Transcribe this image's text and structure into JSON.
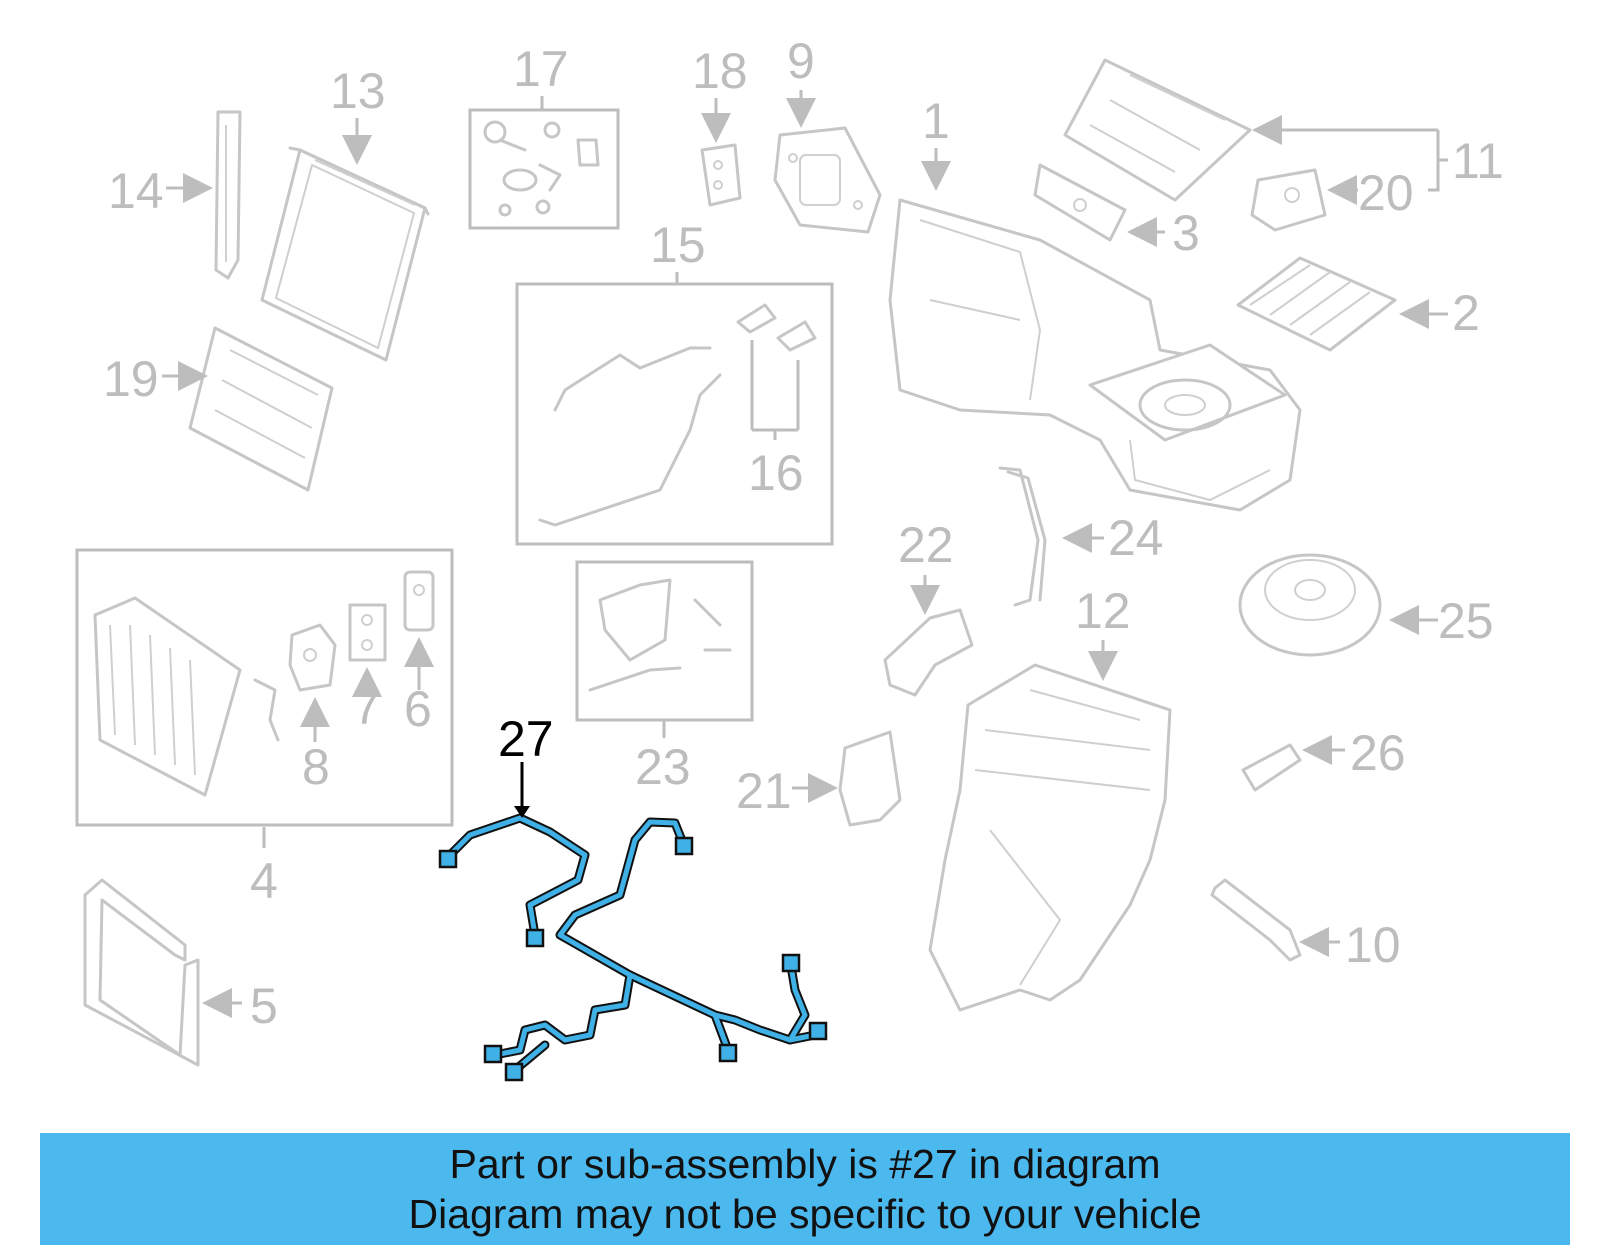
{
  "diagram": {
    "highlight_part": "27",
    "callouts": [
      "1",
      "2",
      "3",
      "4",
      "5",
      "6",
      "7",
      "8",
      "9",
      "10",
      "11",
      "12",
      "13",
      "14",
      "15",
      "16",
      "17",
      "18",
      "19",
      "20",
      "21",
      "22",
      "23",
      "24",
      "25",
      "26",
      "27"
    ],
    "colors": {
      "highlight": "#3fb1e6",
      "banner": "#4bb8ee",
      "faded_parts": "#c6c6c6",
      "text": "#111111"
    }
  },
  "banner": {
    "line1": "Part or sub-assembly is #27 in diagram",
    "line2": "Diagram may not be specific to your vehicle"
  }
}
